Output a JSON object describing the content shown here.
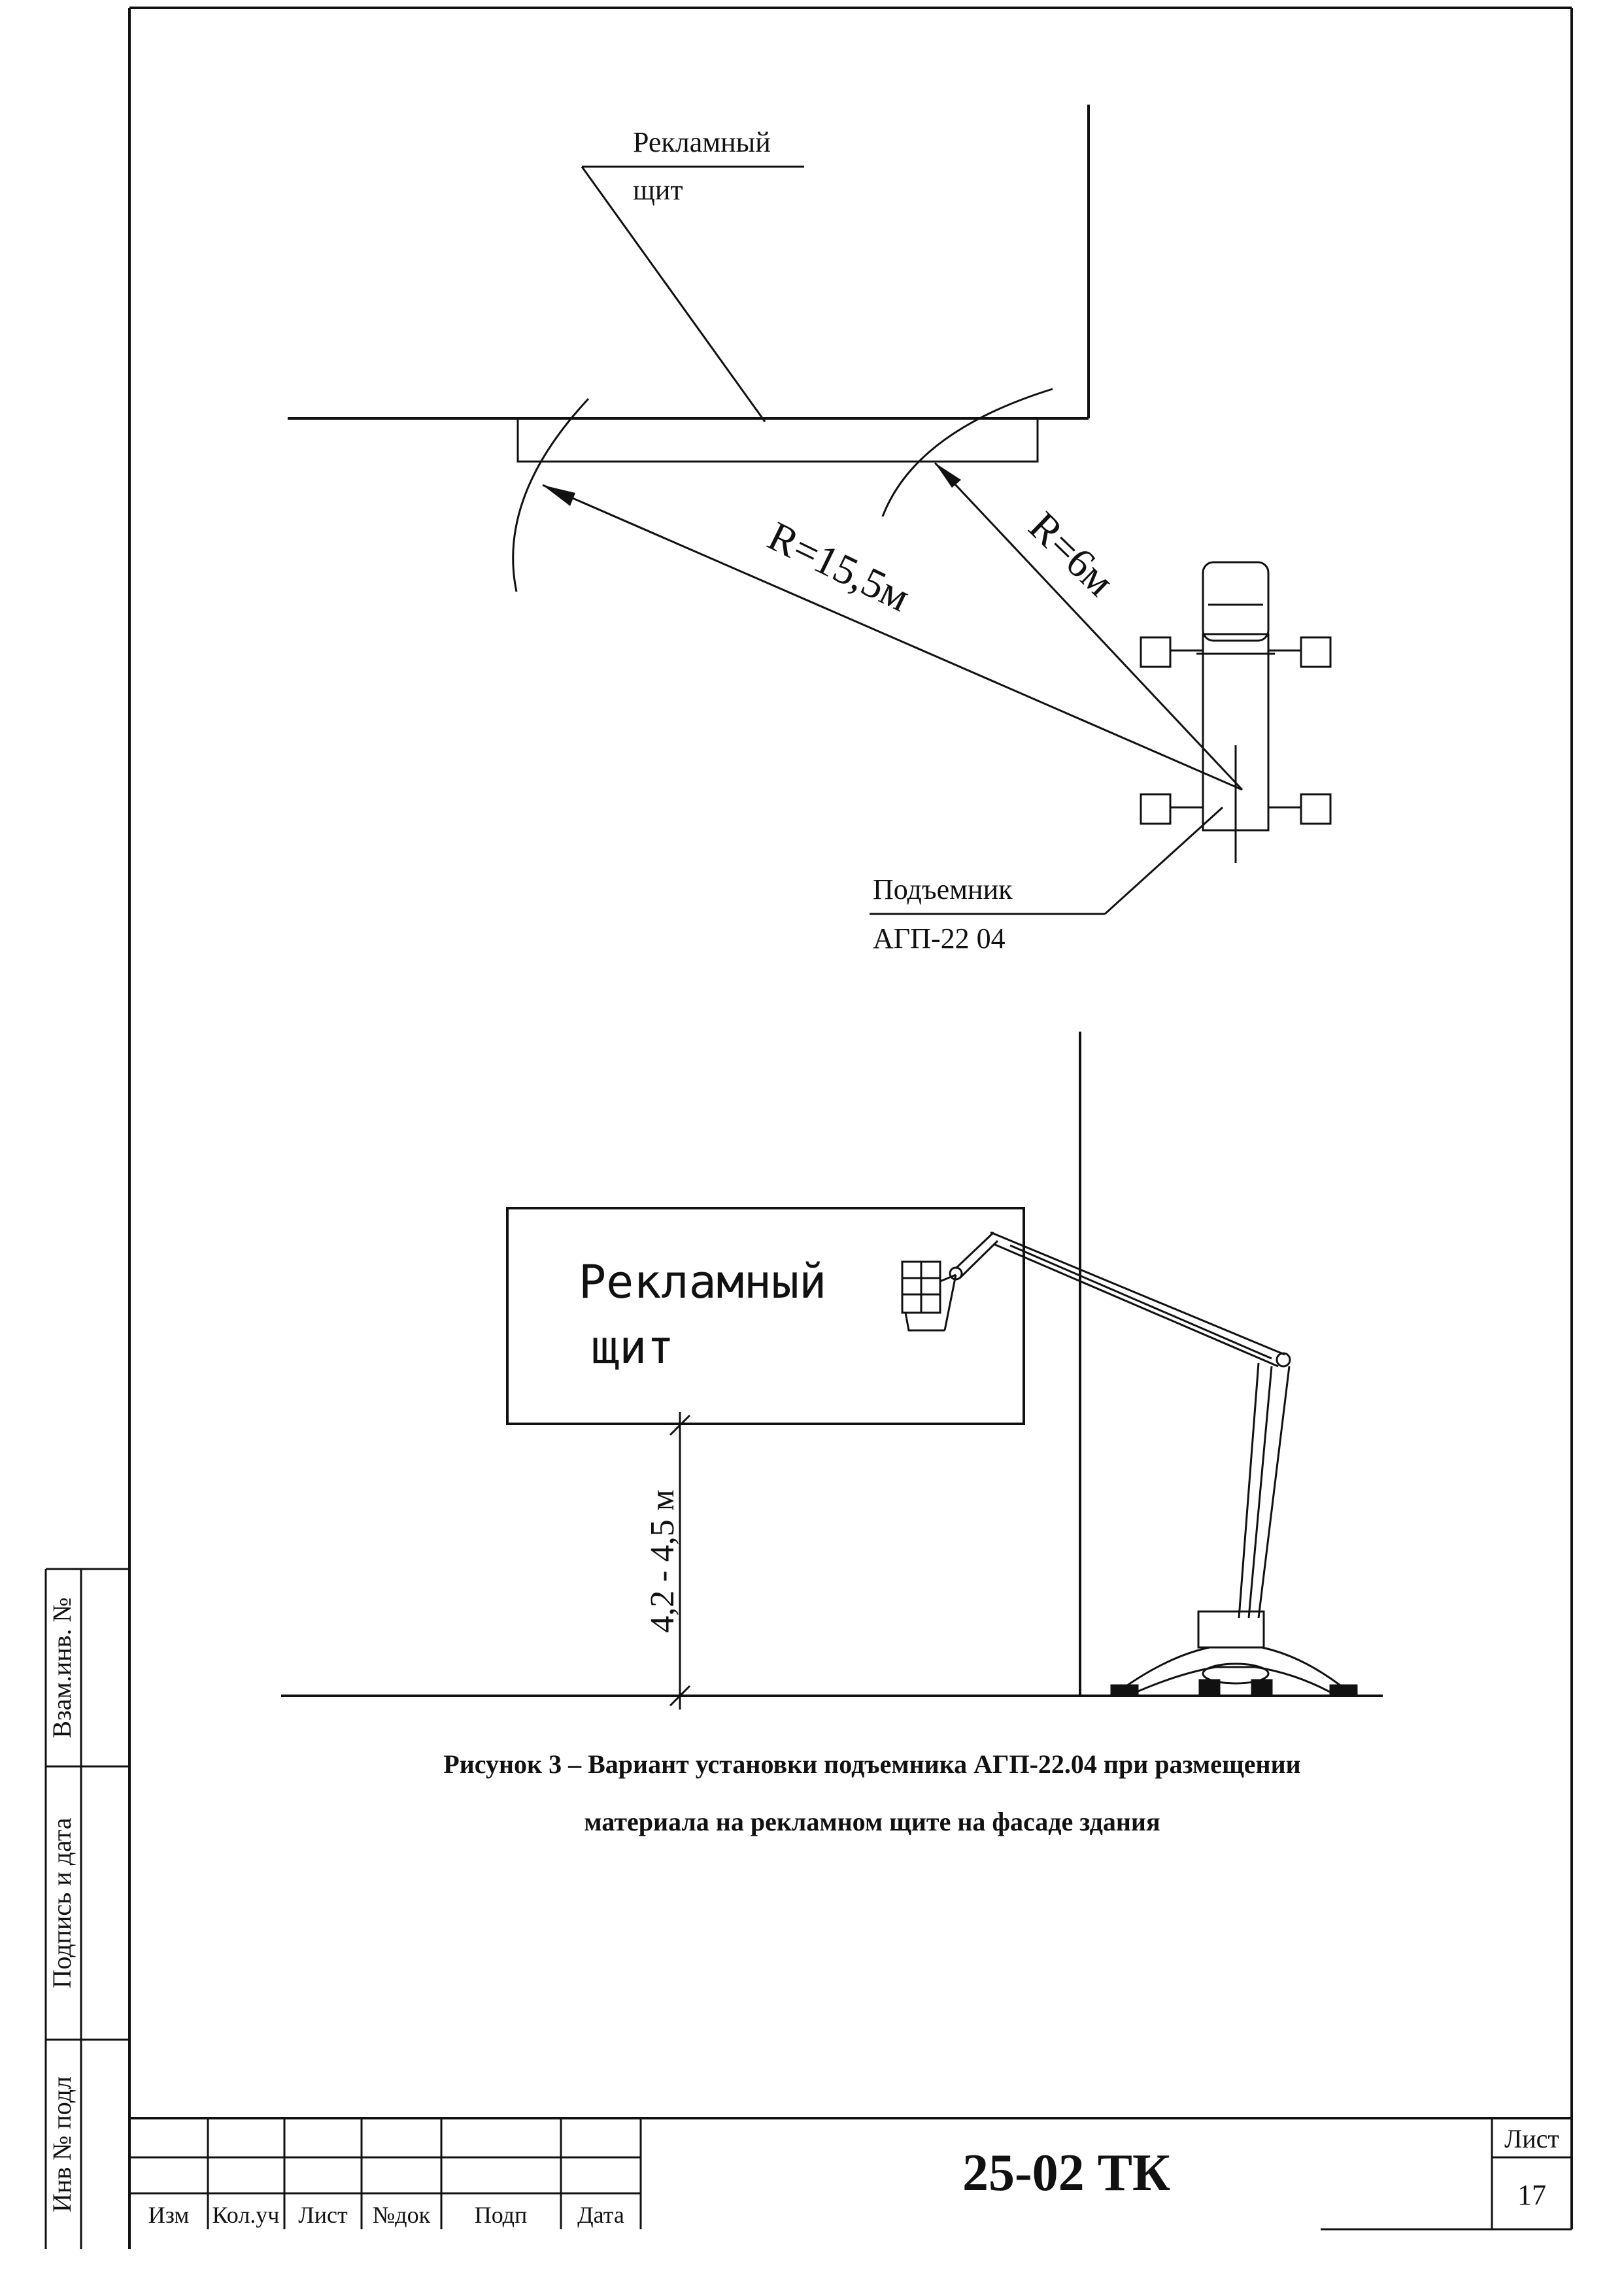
{
  "plan": {
    "billboard_label_line1": "Рекламный",
    "billboard_label_line2": "щит",
    "radius_far": "R=15,5м",
    "radius_near": "R=6м",
    "lift_label_line1": "Подъемник",
    "lift_label_line2": "АГП-22 04"
  },
  "elevation": {
    "billboard_line1": "Рекламный",
    "billboard_line2": "щит",
    "height_dimension": "4,2 - 4,5 м"
  },
  "caption": {
    "line1": "Рисунок 3 – Вариант установки подъемника АГП-22.04 при размещении",
    "line2": "материала на рекламном щите на фасаде здания"
  },
  "side_stamp": {
    "inv_original": "Инв № подл",
    "signature_date": "Подпись и дата",
    "replaced_inv": "Взам.инв. №"
  },
  "title_block": {
    "doc_code": "25-02 ТК",
    "sheet_label": "Лист",
    "sheet_number": "17",
    "col_change": "Изм",
    "col_count": "Кол.уч",
    "col_sheet": "Лист",
    "col_doc": "№док",
    "col_sign": "Подп",
    "col_date": "Дата"
  }
}
